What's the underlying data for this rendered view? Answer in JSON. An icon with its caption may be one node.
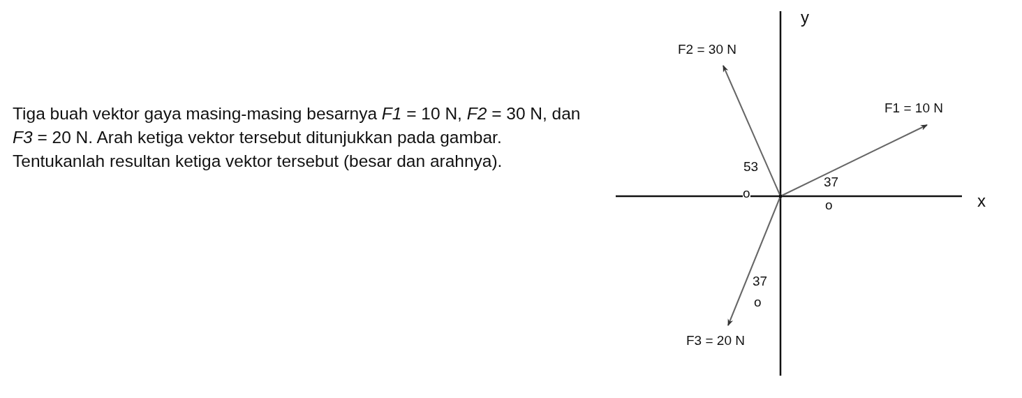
{
  "diagram": {
    "labels": [
      "Tiga buah vektor gaya masing-masing besarnya *F1* = 10 N, *F2* = 30 N, dan *F3* = 20 N. Arah ketiga vektor tersebut ditunjukkan pada gambar. Tentukanlah resultan ketiga vektor tersebut (besar dan arahnya).",
      "y",
      "F2 = 30 N",
      "F1 = 10 N",
      "53",
      "37",
      "o",
      "o",
      "x",
      "37",
      "o",
      "F3 = 20 N"
    ]
  }
}
